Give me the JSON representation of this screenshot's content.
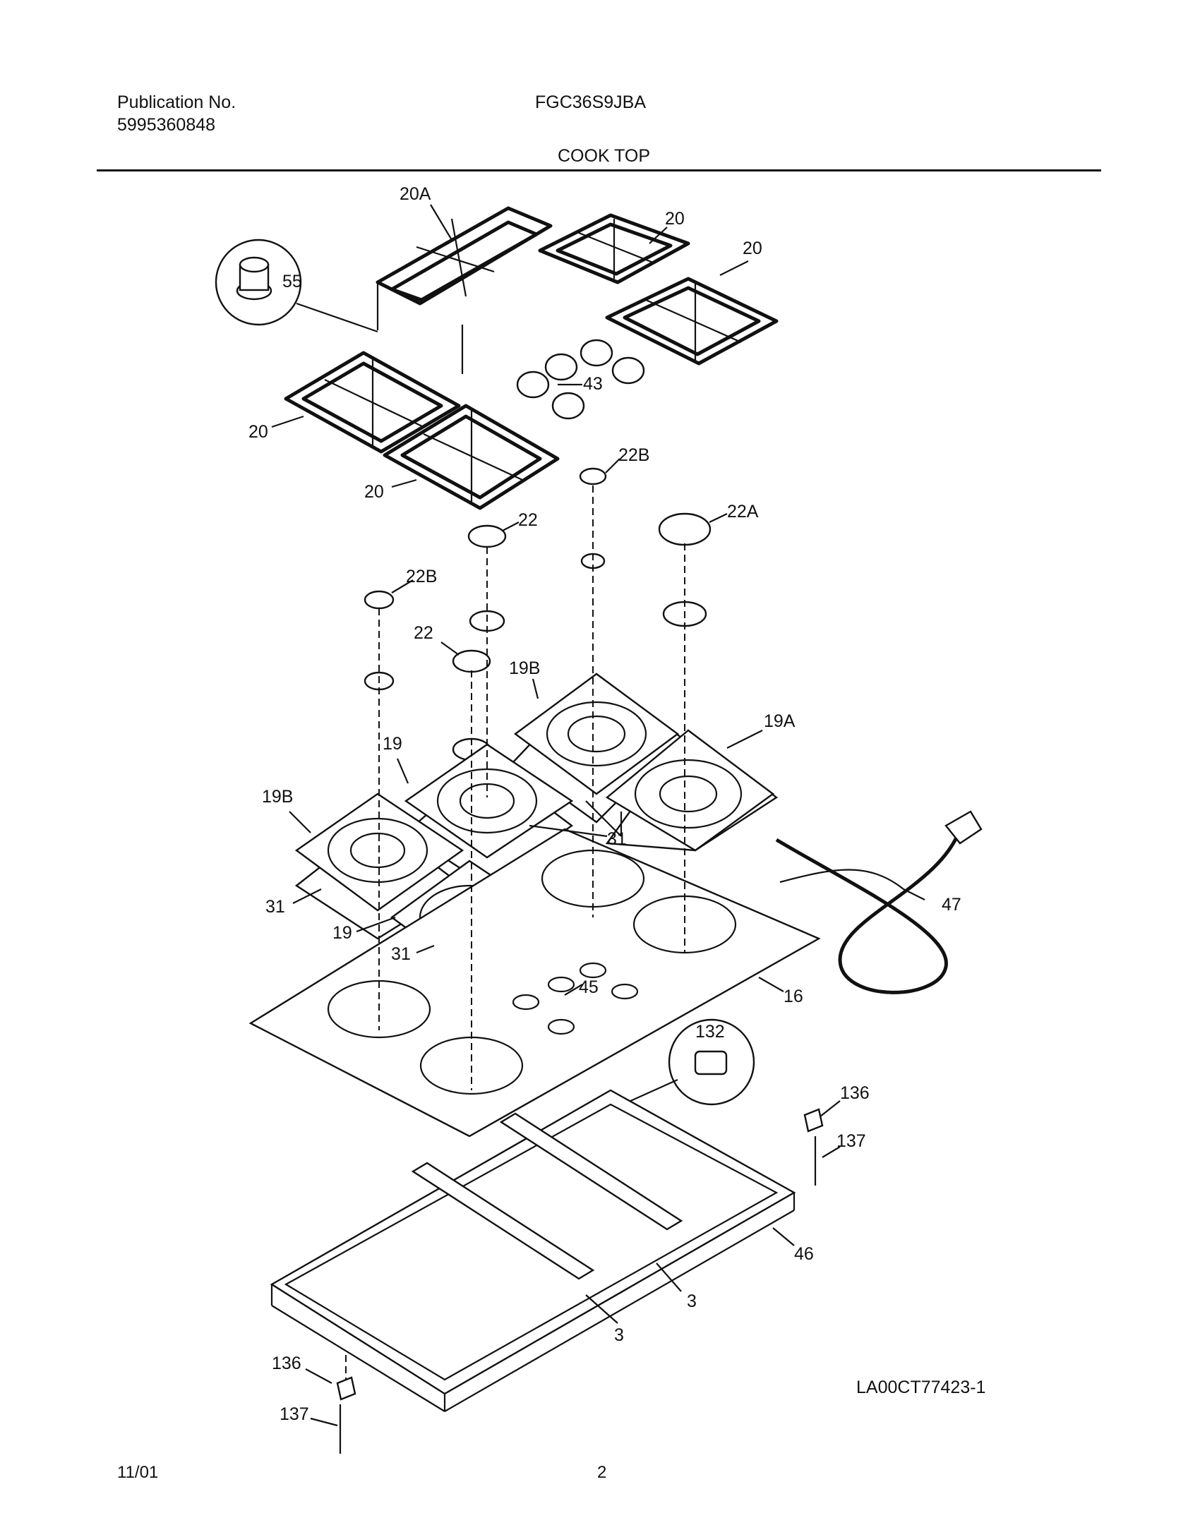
{
  "header": {
    "publication_label": "Publication No.",
    "publication_number": "5995360848",
    "model": "FGC36S9JBA",
    "section_title": "COOK TOP"
  },
  "callouts": {
    "c20A": "20A",
    "c20a": "20",
    "c20b": "20",
    "c20c": "20",
    "c20d": "20",
    "c55": "55",
    "c43": "43",
    "c22B_top": "22B",
    "c22_top": "22",
    "c22A": "22A",
    "c22B_left": "22B",
    "c22_mid": "22",
    "c19B_top": "19B",
    "c19A": "19A",
    "c19_mid": "19",
    "c19B_left": "19B",
    "c31_a": "31",
    "c31_b": "31",
    "c31_c": "31",
    "c19_low": "19",
    "c47": "47",
    "c45": "45",
    "c16": "16",
    "c132": "132",
    "c136_right": "136",
    "c137_right": "137",
    "c46": "46",
    "c3_a": "3",
    "c3_b": "3",
    "c136_left": "136",
    "c137_left": "137"
  },
  "footer": {
    "date": "11/01",
    "page_number": "2",
    "drawing_ref": "LA00CT77423-1"
  }
}
